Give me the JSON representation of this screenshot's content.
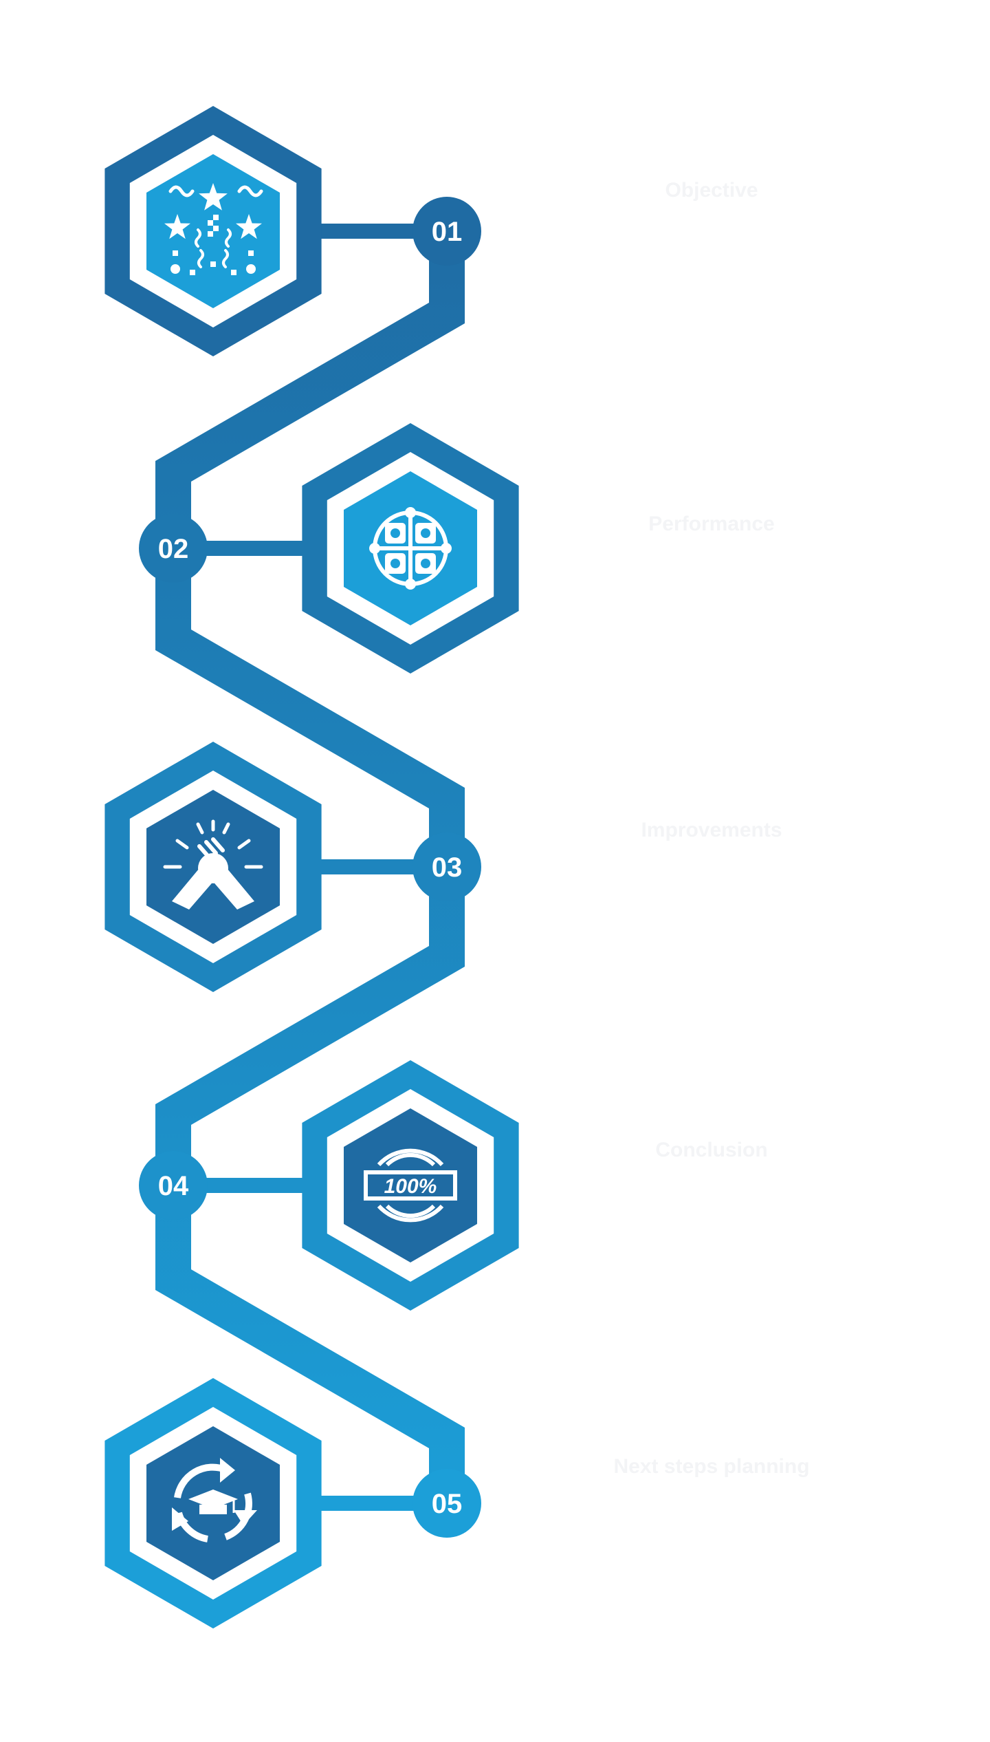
{
  "diagram": {
    "type": "vertical-hexagon-timeline",
    "colors": {
      "path_top": "#1f6ba3",
      "path_bottom": "#1c9fd8",
      "hex_dark": "#1f6ba3",
      "hex_light": "#1c9fd8",
      "icon": "#ffffff",
      "faint_text": "#f3f4f6"
    },
    "steps": [
      {
        "number": "01",
        "icon": "celebration-stars-icon",
        "title": "Objective",
        "description": ""
      },
      {
        "number": "02",
        "icon": "brain-puzzle-icon",
        "title": "Performance",
        "description": ""
      },
      {
        "number": "03",
        "icon": "handshake-icon",
        "title": "Improvements",
        "description": ""
      },
      {
        "number": "04",
        "icon": "100-percent-gauge-icon",
        "title": "Conclusion",
        "description": ""
      },
      {
        "number": "05",
        "icon": "graduation-cycle-icon",
        "title": "Next steps planning",
        "description": ""
      }
    ]
  }
}
